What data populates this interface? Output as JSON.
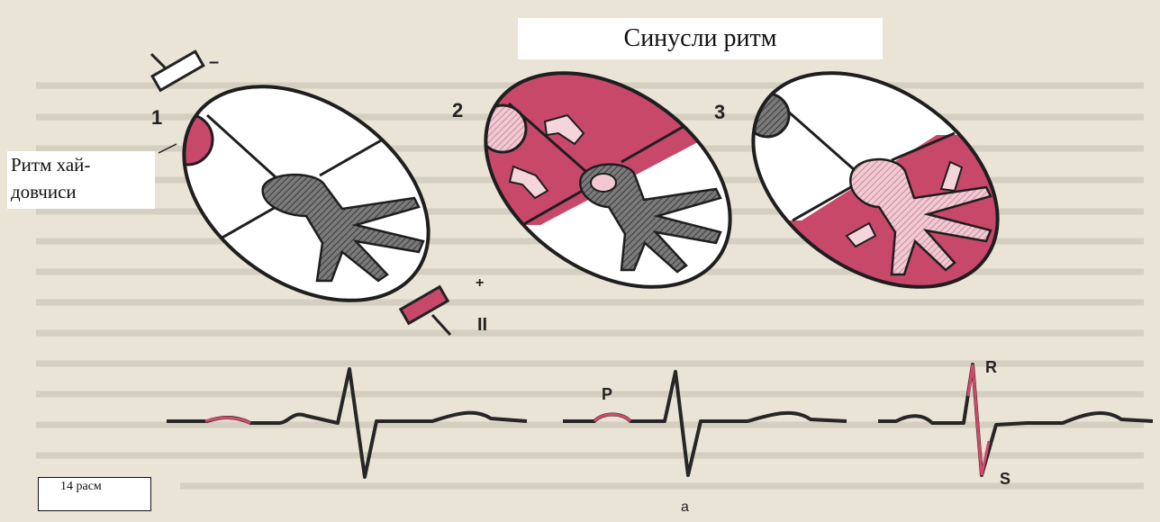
{
  "title": "Синусли ритм",
  "pacemaker_label_line1": "Ритм хай-",
  "pacemaker_label_line2": "довчиси",
  "figure_label": "14 расм",
  "panel_numbers": [
    "1",
    "2",
    "3"
  ],
  "electrode_minus": "–",
  "electrode_plus": "+",
  "lead_label": "II",
  "wave_labels": {
    "p": "P",
    "r": "R",
    "s": "S"
  },
  "sublabel": "а",
  "colors": {
    "paper": "#e9e4d6",
    "excited": "#c8486a",
    "outline": "#1e1e1e",
    "conduction": "#555555",
    "ecg_line": "#262626",
    "ecg_highlight": "#d4496a"
  },
  "icons": [
    "electrode-icon",
    "arrow-icon"
  ]
}
